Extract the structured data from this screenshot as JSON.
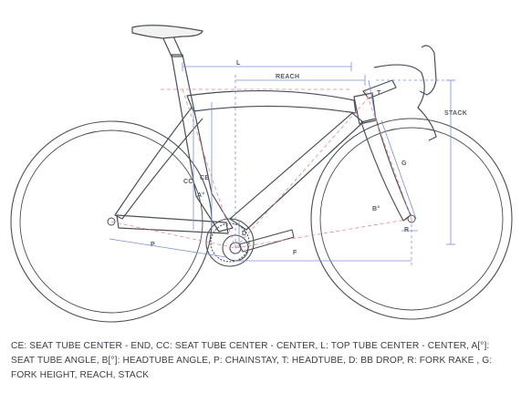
{
  "diagram": {
    "labels": {
      "l": "L",
      "reach": "REACH",
      "stack": "STACK",
      "t": "T",
      "g": "G",
      "cc": "CC",
      "ce": "CE",
      "a": "A°",
      "b": "B°",
      "d": "D",
      "p": "P",
      "f": "F",
      "r": "R"
    },
    "colors": {
      "frame": "#4a4f58",
      "dimension": "#7b8fcf",
      "centerline": "#e58a8a"
    }
  },
  "caption": "CE: SEAT TUBE CENTER - END, CC: SEAT TUBE CENTER - CENTER, L: TOP TUBE CENTER - CENTER, A[°]: SEAT TUBE ANGLE, B[°]: HEADTUBE ANGLE, P: CHAINSTAY, T: HEADTUBE, D: BB DROP, R: FORK RAKE , G: FORK HEIGHT, REACH, STACK"
}
